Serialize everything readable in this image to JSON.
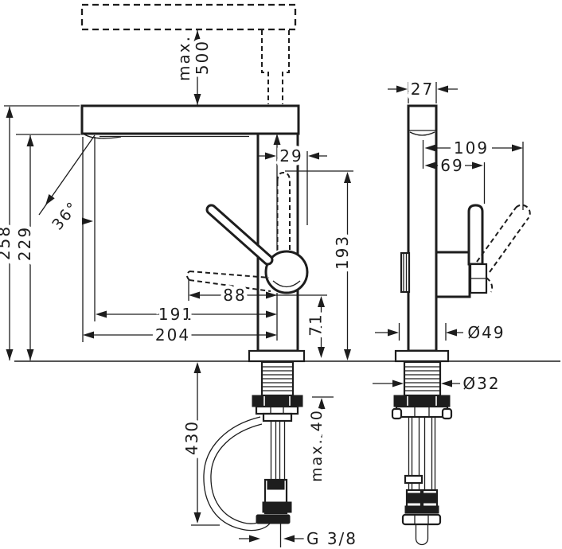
{
  "drawing": {
    "front_view": {
      "max_pullout_label": "max.",
      "max_pullout_value": "500",
      "total_height": "258",
      "spout_height": "229",
      "swivel_angle": "36°",
      "handle_offset": "29",
      "lever_top_height": "193",
      "lever_length": "88",
      "spout_reach": "191",
      "total_reach": "204",
      "body_height": "71",
      "hose_length": "430",
      "max_counter_thickness": "max. 40",
      "connection_thread": "G 3/8"
    },
    "side_view": {
      "body_width": "27",
      "handle_reach": "109",
      "lever_front_offset": "69",
      "base_diameter": "Ø49",
      "shank_diameter": "Ø32"
    }
  }
}
